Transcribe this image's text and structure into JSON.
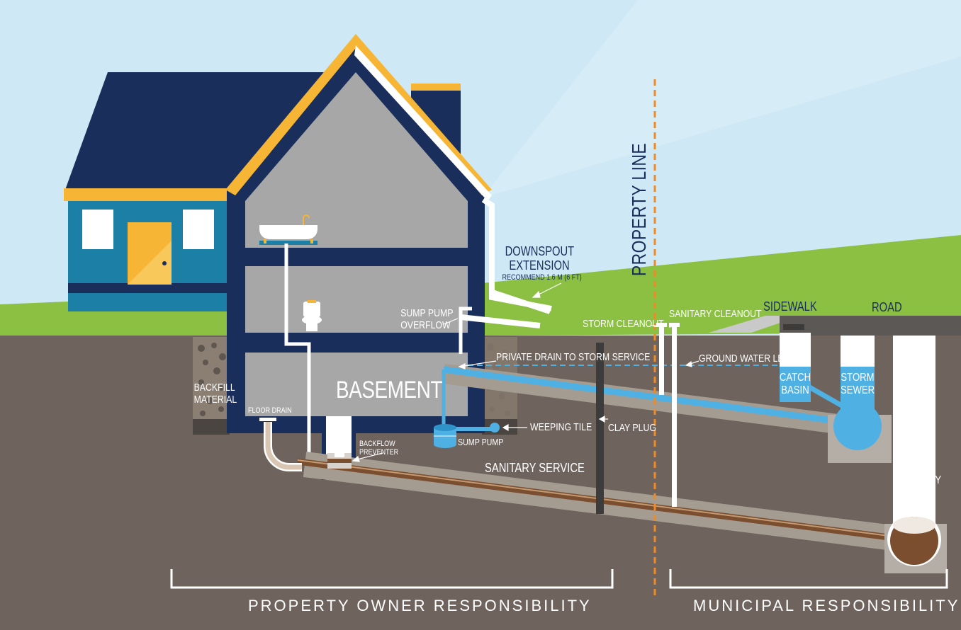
{
  "labels": {
    "property_line": "PROPERTY LINE",
    "downspout_extension": "DOWNSPOUT\nEXTENSION",
    "downspout_recommend": "RECOMMEND 1.6 M (6 FT)",
    "sidewalk": "SIDEWALK",
    "road": "ROAD",
    "sump_pump_overflow": "SUMP PUMP\nOVERFLOW",
    "storm_cleanout": "STORM CLEANOUT",
    "sanitary_cleanout": "SANITARY CLEANOUT",
    "private_drain": "PRIVATE DRAIN TO STORM SERVICE",
    "ground_water_level": "GROUND WATER LEVEL",
    "catch_basin": "CATCH\nBASIN",
    "storm_sewer": "STORM\nSEWER",
    "basement": "BASEMENT",
    "backfill_material": "BACKFILL\nMATERIAL",
    "floor_drain": "FLOOR DRAIN",
    "backflow_preventer": "BACKFLOW\nPREVENTER",
    "sump_pump": "SUMP PUMP",
    "weeping_tile": "WEEPING TILE",
    "clay_plug": "CLAY PLUG",
    "sanitary_service": "SANITARY SERVICE",
    "sanitary_sewer": "SANITARY\nSEWER",
    "property_owner_responsibility": "PROPERTY OWNER RESPONSIBILITY",
    "municipal_responsibility": "MUNICIPAL RESPONSIBILITY"
  },
  "colors": {
    "sky": "#cfe8f5",
    "grass": "#8bc043",
    "soil": "#6f645d",
    "house_navy": "#1a2e5c",
    "house_teal": "#1b7fa6",
    "roof_trim": "#f6b535",
    "interior_gray": "#a7a7a7",
    "storm_blue": "#4fb1e3",
    "sanitary_brown": "#7a4e2f",
    "property_line": "#f08a24"
  }
}
